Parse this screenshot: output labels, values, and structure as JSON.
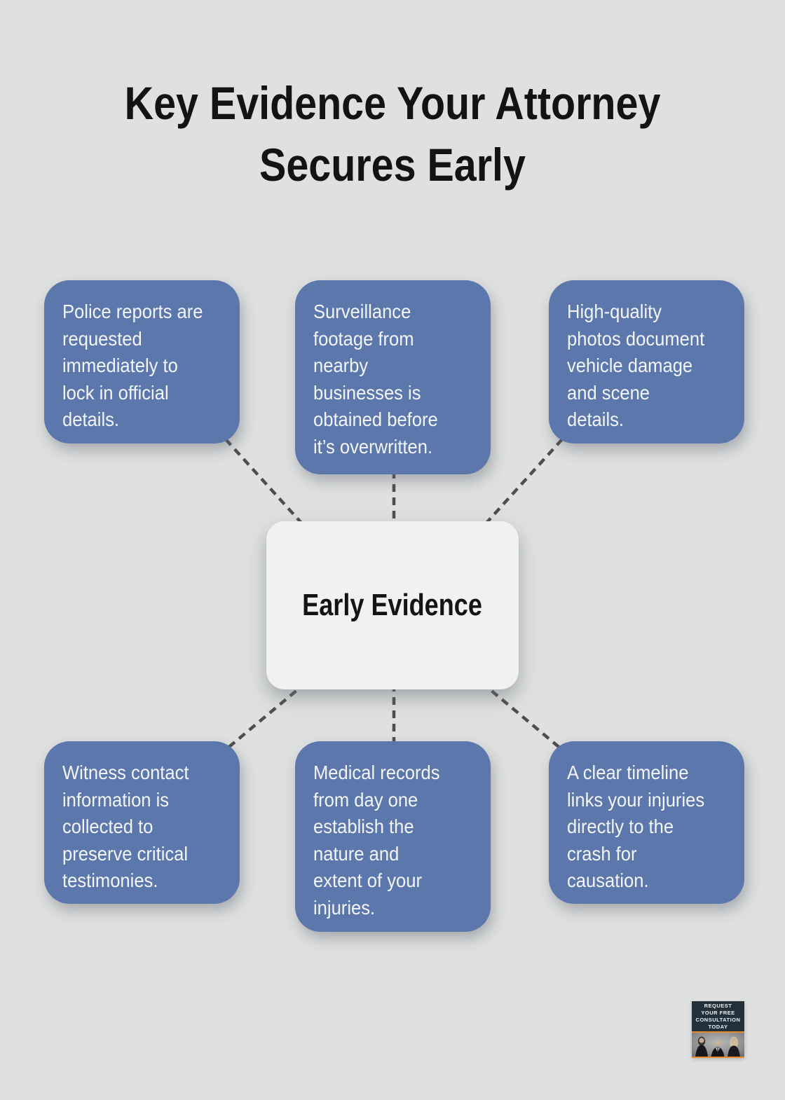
{
  "title": {
    "line1": "Key Evidence Your Attorney",
    "line2": "Secures Early"
  },
  "center": {
    "label": "Early Evidence"
  },
  "nodes": [
    {
      "id": "police-reports",
      "lines": [
        "Police reports are",
        "requested",
        "immediately to",
        "lock in official",
        "details."
      ]
    },
    {
      "id": "surveillance-footage",
      "lines": [
        "Surveillance",
        "footage from",
        "nearby",
        "businesses is",
        "obtained before",
        "it’s overwritten."
      ]
    },
    {
      "id": "scene-photos",
      "lines": [
        "High-quality",
        "photos document",
        "vehicle damage",
        "and scene",
        "details."
      ]
    },
    {
      "id": "witness-contact",
      "lines": [
        "Witness contact",
        "information is",
        "collected to",
        "preserve critical",
        "testimonies."
      ]
    },
    {
      "id": "medical-records",
      "lines": [
        "Medical records",
        "from day one",
        "establish the",
        "nature and",
        "extent of your",
        "injuries."
      ]
    },
    {
      "id": "injury-timeline",
      "lines": [
        "A clear timeline",
        "links your injuries",
        "directly to the",
        "crash for",
        "causation."
      ]
    }
  ],
  "badge": {
    "lines": [
      "REQUEST",
      "YOUR FREE",
      "CONSULTATION",
      "TODAY"
    ]
  },
  "colors": {
    "background": "#dfe1e1",
    "node_blue": "#5b77ac",
    "node_text": "#f3f5f8",
    "center_bg": "#f0f1f3",
    "title_text": "#131313",
    "connector_gray": "#4e4e4e",
    "badge_navy": "#22303c",
    "badge_orange": "#e98a2b"
  }
}
